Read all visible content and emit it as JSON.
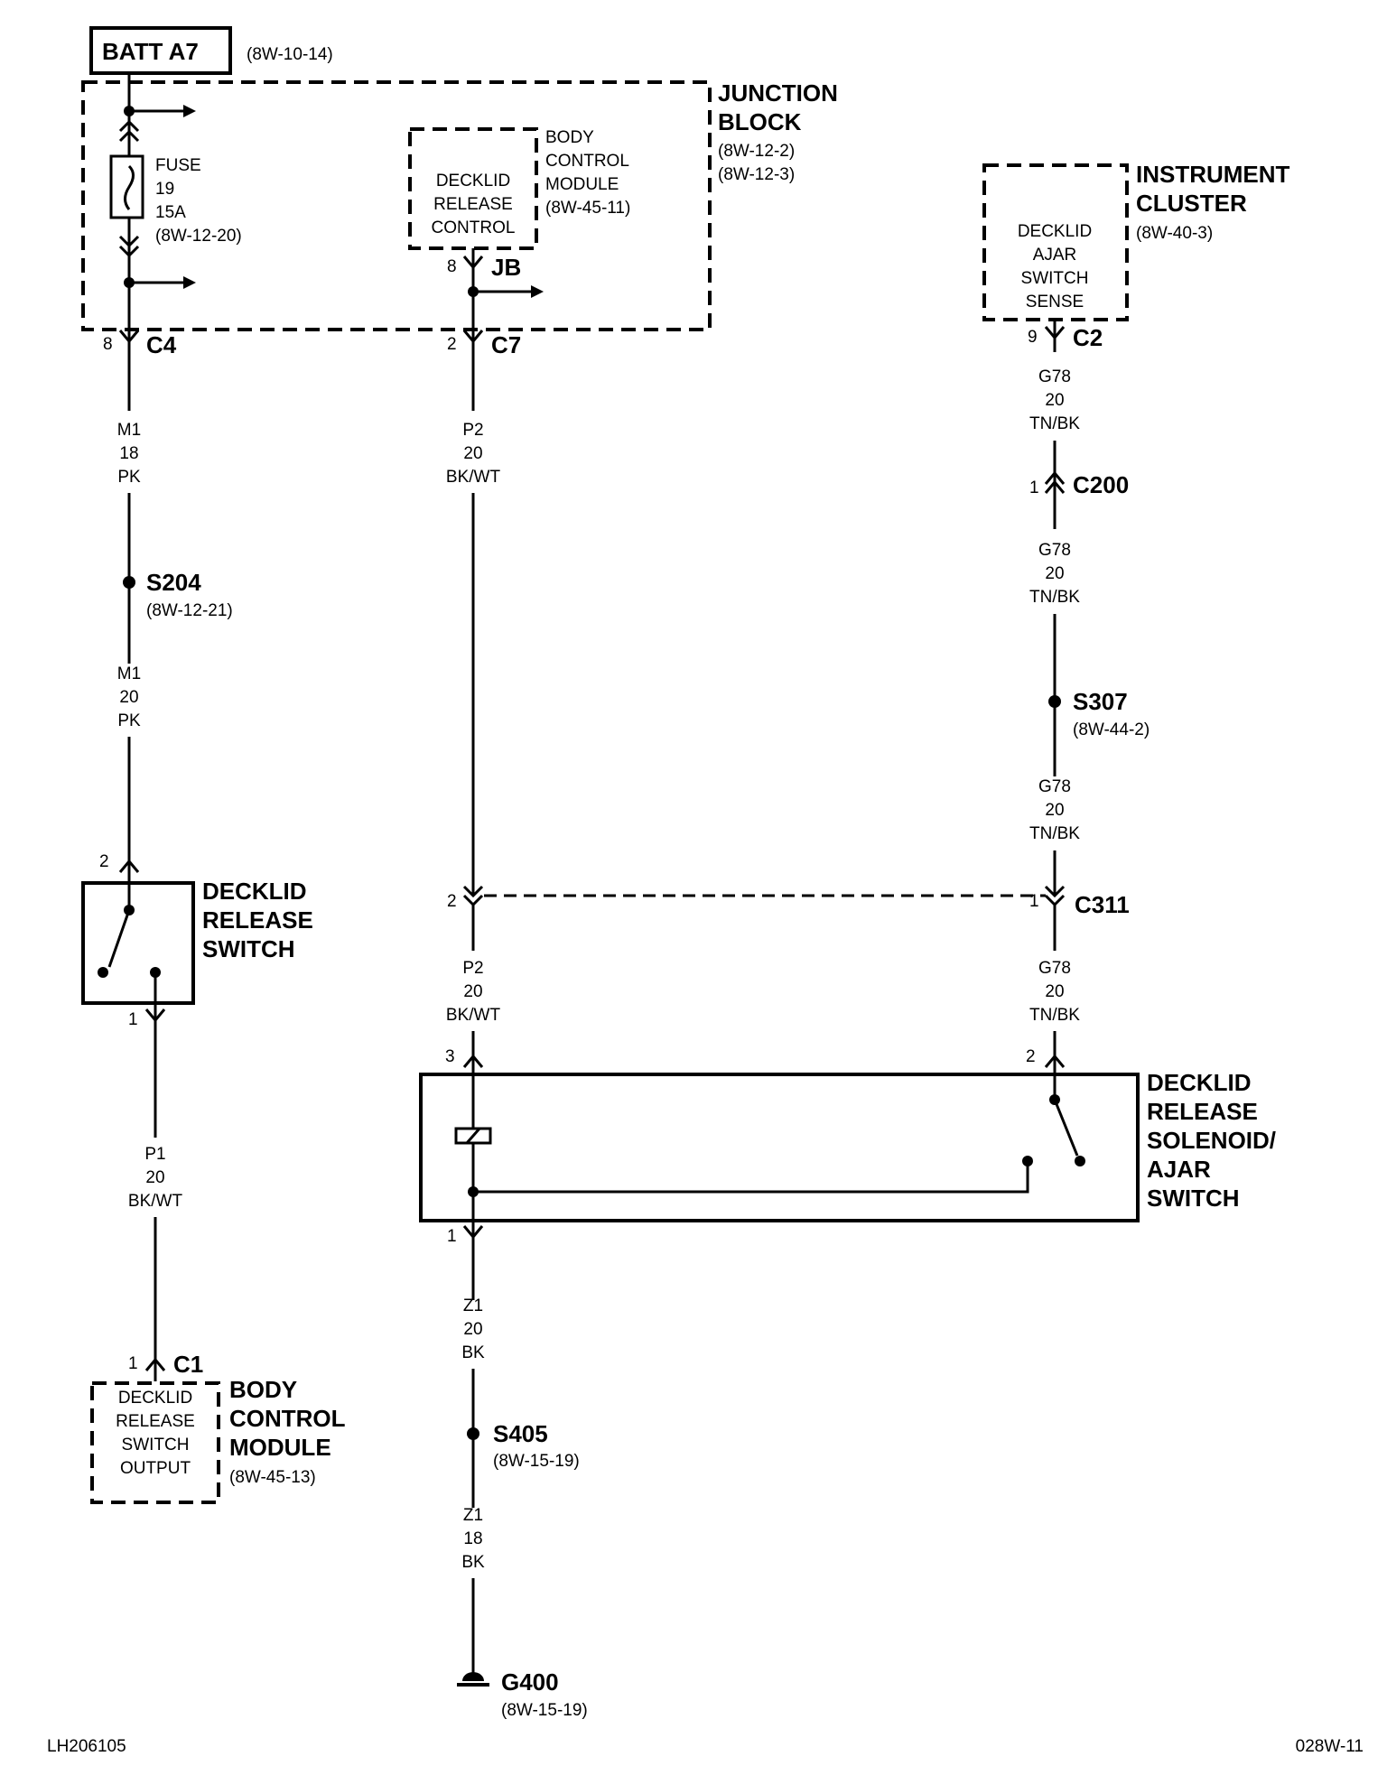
{
  "batt": {
    "label": "BATT A7",
    "ref": "(8W-10-14)"
  },
  "junction_block": {
    "title_1": "JUNCTION",
    "title_2": "BLOCK",
    "ref_1": "(8W-12-2)",
    "ref_2": "(8W-12-3)"
  },
  "fuse": {
    "l1": "FUSE",
    "l2": "19",
    "l3": "15A",
    "ref": "(8W-12-20)"
  },
  "bcm_top": {
    "l1": "BODY",
    "l2": "CONTROL",
    "l3": "MODULE",
    "ref": "(8W-45-11)"
  },
  "decklid_release_control": {
    "l1": "DECKLID",
    "l2": "RELEASE",
    "l3": "CONTROL"
  },
  "jb_pin": {
    "pin": "8",
    "name": "JB"
  },
  "c4": {
    "pin": "8",
    "name": "C4"
  },
  "c7": {
    "pin": "2",
    "name": "C7"
  },
  "instrument_cluster": {
    "title_1": "INSTRUMENT",
    "title_2": "CLUSTER",
    "ref": "(8W-40-3)"
  },
  "ajar_sense": {
    "l1": "DECKLID",
    "l2": "AJAR",
    "l3": "SWITCH",
    "l4": "SENSE"
  },
  "c2": {
    "pin": "9",
    "name": "C2"
  },
  "wire_m1_18": {
    "c": "M1",
    "g": "18",
    "col": "PK"
  },
  "wire_m1_20": {
    "c": "M1",
    "g": "20",
    "col": "PK"
  },
  "wire_p2_a": {
    "c": "P2",
    "g": "20",
    "col": "BK/WT"
  },
  "wire_p2_b": {
    "c": "P2",
    "g": "20",
    "col": "BK/WT"
  },
  "wire_g78_a": {
    "c": "G78",
    "g": "20",
    "col": "TN/BK"
  },
  "wire_g78_b": {
    "c": "G78",
    "g": "20",
    "col": "TN/BK"
  },
  "wire_g78_c": {
    "c": "G78",
    "g": "20",
    "col": "TN/BK"
  },
  "wire_g78_d": {
    "c": "G78",
    "g": "20",
    "col": "TN/BK"
  },
  "wire_p1": {
    "c": "P1",
    "g": "20",
    "col": "BK/WT"
  },
  "wire_z1_20": {
    "c": "Z1",
    "g": "20",
    "col": "BK"
  },
  "wire_z1_18": {
    "c": "Z1",
    "g": "18",
    "col": "BK"
  },
  "c200": {
    "pin": "1",
    "name": "C200"
  },
  "s204": {
    "name": "S204",
    "ref": "(8W-12-21)"
  },
  "s307": {
    "name": "S307",
    "ref": "(8W-44-2)"
  },
  "s405": {
    "name": "S405",
    "ref": "(8W-15-19)"
  },
  "g400": {
    "name": "G400",
    "ref": "(8W-15-19)"
  },
  "c311": {
    "pin_left": "2",
    "pin_right": "1",
    "name": "C311"
  },
  "decklid_switch": {
    "pin_top": "2",
    "pin_bottom": "1",
    "l1": "DECKLID",
    "l2": "RELEASE",
    "l3": "SWITCH"
  },
  "solenoid": {
    "pin_3": "3",
    "pin_2": "2",
    "pin_1": "1",
    "l1": "DECKLID",
    "l2": "RELEASE",
    "l3": "SOLENOID/",
    "l4": "AJAR",
    "l5": "SWITCH"
  },
  "bcm_bottom": {
    "pin": "1",
    "conn": "C1",
    "l1": "BODY",
    "l2": "CONTROL",
    "l3": "MODULE",
    "ref": "(8W-45-13)"
  },
  "switch_output": {
    "l1": "DECKLID",
    "l2": "RELEASE",
    "l3": "SWITCH",
    "l4": "OUTPUT"
  },
  "footer": {
    "left": "LH206105",
    "right": "028W-11"
  }
}
